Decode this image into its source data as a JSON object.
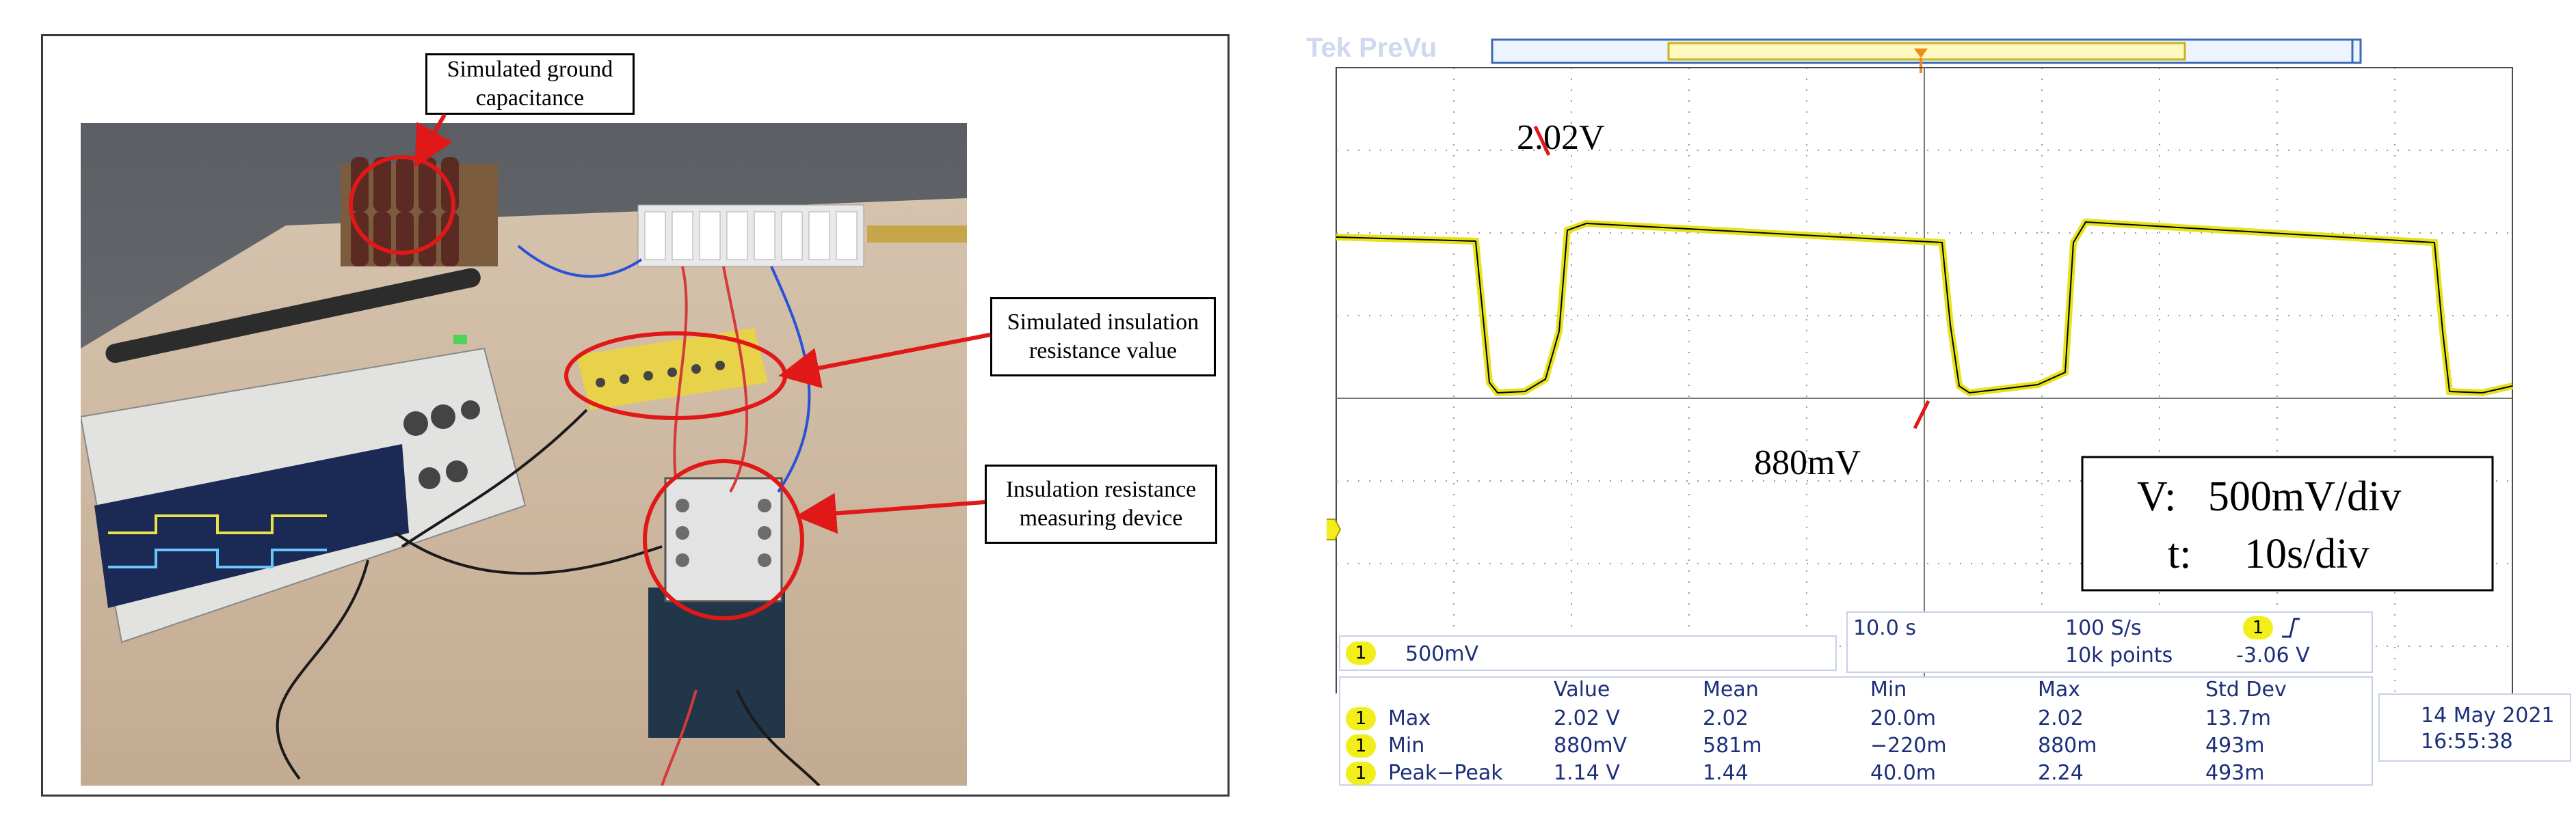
{
  "left_panel": {
    "callouts": {
      "ground_capacitance": [
        "Simulated ground",
        "capacitance"
      ],
      "insulation_value": [
        "Simulated insulation",
        "resistance value"
      ],
      "measuring_device": [
        "Insulation resistance",
        "measuring device"
      ]
    }
  },
  "scope": {
    "brand": "Tek PreVu",
    "annotations": {
      "max_label": "2.02V",
      "min_label": "880mV",
      "scale_v": "V:   500mV/div",
      "scale_t": "t:     10s/div"
    },
    "channel_badge": "1",
    "channel_scale": "500mV",
    "timebase": "10.0 s",
    "sample_rate": "100 S/s",
    "record_length": "10k points",
    "trigger_level": "-3.06 V",
    "trigger_slope_icon": "rising-edge-icon",
    "date": "14 May 2021",
    "time": "16:55:38",
    "measurements": {
      "headers": [
        "Value",
        "Mean",
        "Min",
        "Max",
        "Std Dev"
      ],
      "rows": [
        {
          "name": "Max",
          "value": "2.02 V",
          "mean": "2.02",
          "min": "20.0m",
          "max": "2.02",
          "std": "13.7m"
        },
        {
          "name": "Min",
          "value": "880mV",
          "mean": "581m",
          "min": "−220m",
          "max": "880m",
          "std": "493m"
        },
        {
          "name": "Peak−Peak",
          "value": "1.14 V",
          "mean": "1.44",
          "min": "40.0m",
          "max": "2.24",
          "std": "493m"
        }
      ]
    },
    "colors": {
      "trace": "#e6e21c",
      "grid": "#4a4a4a",
      "text": "#1c2f7a",
      "badge": "#f2ee1a"
    }
  }
}
